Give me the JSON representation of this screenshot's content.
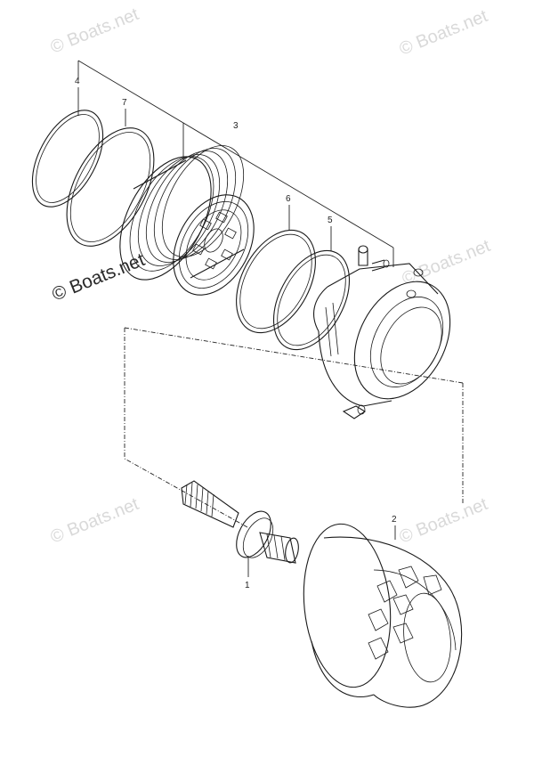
{
  "watermarks": {
    "top_left": "© Boats.net",
    "top_right": "© Boats.net",
    "mid_left": "© Boats.net",
    "mid_right": "© Boats.net",
    "low_left": "© Boats.net",
    "low_right": "© Boats.net"
  },
  "callouts": {
    "c1": "1",
    "c2": "2",
    "c3": "3",
    "c4": "4",
    "c5": "5",
    "c6": "6",
    "c7": "7"
  }
}
